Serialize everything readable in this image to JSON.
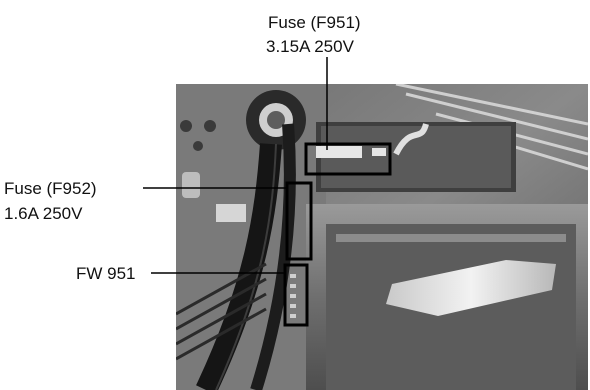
{
  "callouts": [
    {
      "name": "fuse-f951",
      "title": "Fuse (F951)",
      "rating": "3.15A  250V"
    },
    {
      "name": "fuse-f952",
      "title": "Fuse (F952)",
      "rating": "1.6A  250V"
    },
    {
      "name": "fw-951",
      "title": "FW 951"
    }
  ],
  "colors": {
    "highlight_box": "#000000",
    "leader_line": "#000000",
    "background": "#ffffff"
  }
}
